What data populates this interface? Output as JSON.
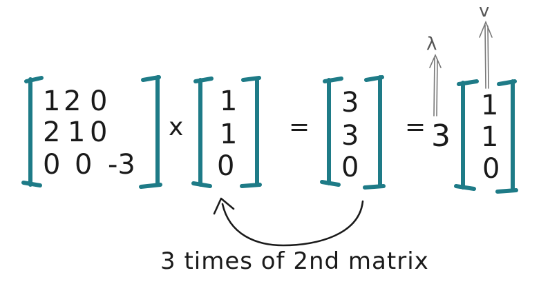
{
  "colors": {
    "bracket": "#1e7b87",
    "ink": "#1a1a1a",
    "annotation": "#777777"
  },
  "matrix_a": {
    "rows": [
      [
        "1",
        "2",
        "0"
      ],
      [
        "2",
        "1",
        "0"
      ],
      [
        "0",
        "0",
        "-3"
      ]
    ]
  },
  "operators": {
    "times": "x",
    "equals_1": "=",
    "equals_2": "="
  },
  "vector_x": [
    "1",
    "1",
    "0"
  ],
  "vector_result": [
    "3",
    "3",
    "0"
  ],
  "scalar": "3",
  "vector_v": [
    "1",
    "1",
    "0"
  ],
  "labels": {
    "lambda": "λ",
    "v": "v"
  },
  "caption": "3 times of 2nd matrix"
}
